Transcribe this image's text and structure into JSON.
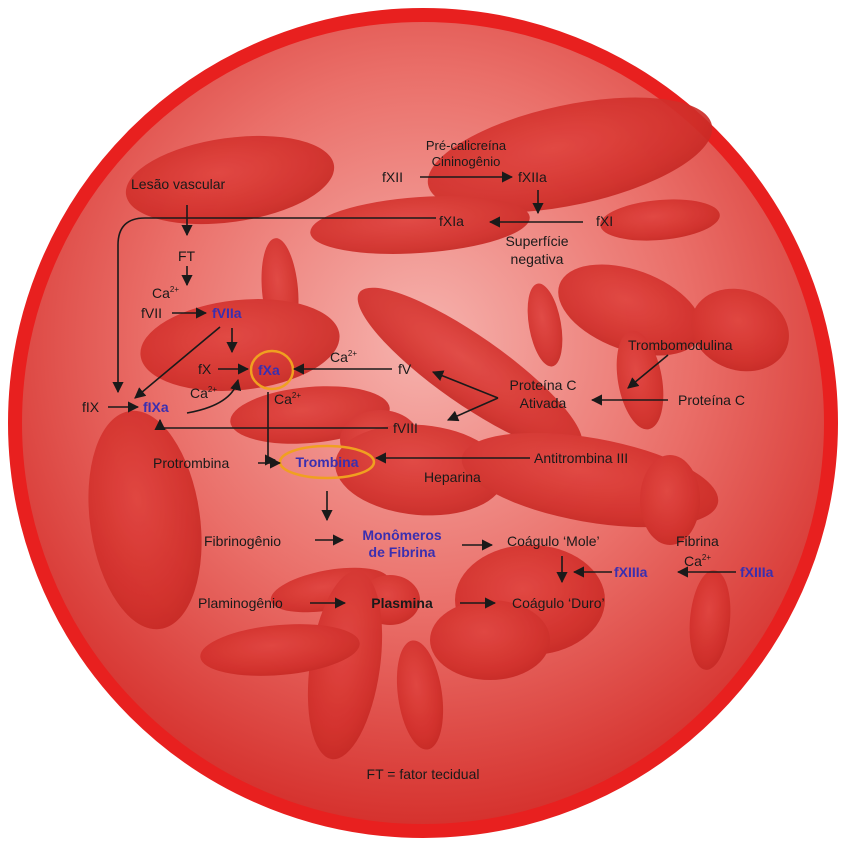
{
  "colors": {
    "ring": "#e8201f",
    "fill_inner": "#f08a86",
    "fill_outer": "#d9332f",
    "cell": "#d93a35",
    "enzyme_text": "#3a2fb0",
    "highlight_ring": "#f0a020"
  },
  "labels": {
    "pre_calicreina": "Pré-calicreína",
    "cininogenio": "Cininogênio",
    "fxii": "fXII",
    "fxiia": "fXIIa",
    "lesao_vascular": "Lesão vascular",
    "fxia": "fXIa",
    "fxi": "fXI",
    "superficie": "Superfície",
    "negativa": "negativa",
    "ft": "FT",
    "ca_a": "Ca",
    "fvii": "fVII",
    "fviia": "fVIIa",
    "fx": "fX",
    "fxa": "fXa",
    "ca_b": "Ca",
    "ca_c": "Ca",
    "ca_d": "Ca",
    "fv": "fV",
    "fix": "fIX",
    "fixa": "fIXa",
    "fviii": "fVIII",
    "trombomodulina": "Trombomodulina",
    "proteina_c_ativada_1": "Proteína C",
    "proteina_c_ativada_2": "Ativada",
    "proteina_c": "Proteína C",
    "protrombina": "Protrombina",
    "trombina": "Trombina",
    "antitrombina": "Antitrombina III",
    "heparina": "Heparina",
    "fibrinogenio": "Fibrinogênio",
    "monomeros_1": "Monômeros",
    "monomeros_2": "de Fibrina",
    "coagulo_mole": "Coágulo ‘Mole’",
    "fibrina": "Fibrina",
    "ca_e": "Ca",
    "fxiiia_a": "fXIIIa",
    "fxiiia_b": "fXIIIa",
    "plaminogenio": "Plaminogênio",
    "plasmina": "Plasmina",
    "coagulo_duro": "Coágulo ‘Duro’",
    "legend": "FT = fator tecidual",
    "sup_2plus": "2+"
  }
}
